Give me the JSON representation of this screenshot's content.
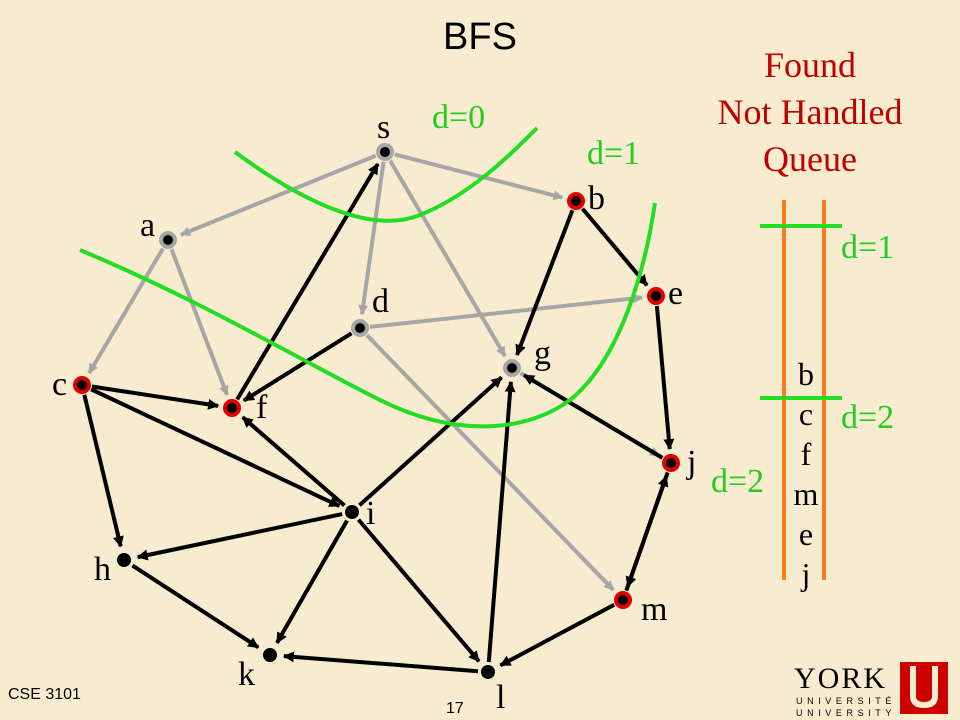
{
  "slide": {
    "title": "BFS",
    "legend": [
      "Found",
      "Not Handled",
      "Queue"
    ],
    "footer": "CSE 3101",
    "page_number": "17"
  },
  "logo": {
    "word": "YORK",
    "sub1": "UNIVERSITÉ",
    "sub2": "UNIVERSITY",
    "color": "#cc0000"
  },
  "colors": {
    "background": "#f8ecd0",
    "handled_edge": "#a6a6a6",
    "active_edge": "#000000",
    "frontier": "#22dd22",
    "found_ring": "#e00000",
    "queue_lines": "#ff7a1f",
    "legend_text": "#c00000",
    "distance_text": "#22cc22"
  },
  "graph": {
    "nodes": [
      {
        "id": "s",
        "label": "s",
        "state": "handled"
      },
      {
        "id": "a",
        "label": "a",
        "state": "handled"
      },
      {
        "id": "b",
        "label": "b",
        "state": "found"
      },
      {
        "id": "d",
        "label": "d",
        "state": "handled"
      },
      {
        "id": "e",
        "label": "e",
        "state": "found"
      },
      {
        "id": "g",
        "label": "g",
        "state": "handled"
      },
      {
        "id": "c",
        "label": "c",
        "state": "found"
      },
      {
        "id": "f",
        "label": "f",
        "state": "found"
      },
      {
        "id": "j",
        "label": "j",
        "state": "found"
      },
      {
        "id": "i",
        "label": "i",
        "state": "unfound"
      },
      {
        "id": "h",
        "label": "h",
        "state": "unfound"
      },
      {
        "id": "m",
        "label": "m",
        "state": "found"
      },
      {
        "id": "k",
        "label": "k",
        "state": "unfound"
      },
      {
        "id": "l",
        "label": "l",
        "state": "unfound"
      }
    ],
    "edges": [
      {
        "from": "s",
        "to": "a",
        "handled": true
      },
      {
        "from": "s",
        "to": "b",
        "handled": true
      },
      {
        "from": "s",
        "to": "d",
        "handled": true
      },
      {
        "from": "s",
        "to": "g",
        "handled": true
      },
      {
        "from": "a",
        "to": "c",
        "handled": true
      },
      {
        "from": "a",
        "to": "f",
        "handled": true
      },
      {
        "from": "d",
        "to": "e",
        "handled": true
      },
      {
        "from": "d",
        "to": "m",
        "handled": true
      },
      {
        "from": "g",
        "to": "j",
        "handled": true
      },
      {
        "from": "b",
        "to": "g",
        "handled": false
      },
      {
        "from": "b",
        "to": "e",
        "handled": false
      },
      {
        "from": "e",
        "to": "j",
        "handled": false
      },
      {
        "from": "j",
        "to": "g",
        "handled": false
      },
      {
        "from": "j",
        "to": "m",
        "handled": false
      },
      {
        "from": "m",
        "to": "j",
        "handled": false
      },
      {
        "from": "f",
        "to": "s",
        "handled": false
      },
      {
        "from": "c",
        "to": "f",
        "handled": false
      },
      {
        "from": "c",
        "to": "i",
        "handled": false
      },
      {
        "from": "c",
        "to": "h",
        "handled": false
      },
      {
        "from": "d",
        "to": "f",
        "handled": false
      },
      {
        "from": "i",
        "to": "f",
        "handled": false
      },
      {
        "from": "i",
        "to": "g",
        "handled": false
      },
      {
        "from": "i",
        "to": "h",
        "handled": false
      },
      {
        "from": "i",
        "to": "k",
        "handled": false
      },
      {
        "from": "i",
        "to": "l",
        "handled": false
      },
      {
        "from": "h",
        "to": "k",
        "handled": false
      },
      {
        "from": "l",
        "to": "k",
        "handled": false
      },
      {
        "from": "l",
        "to": "g",
        "handled": false
      },
      {
        "from": "m",
        "to": "l",
        "handled": false
      }
    ],
    "frontier_labels": [
      "d=0",
      "d=1",
      "d=2"
    ]
  },
  "queue": {
    "labels": [
      "d=1",
      "d=2"
    ],
    "items": [
      "b",
      "c",
      "f",
      "m",
      "e",
      "j"
    ]
  }
}
